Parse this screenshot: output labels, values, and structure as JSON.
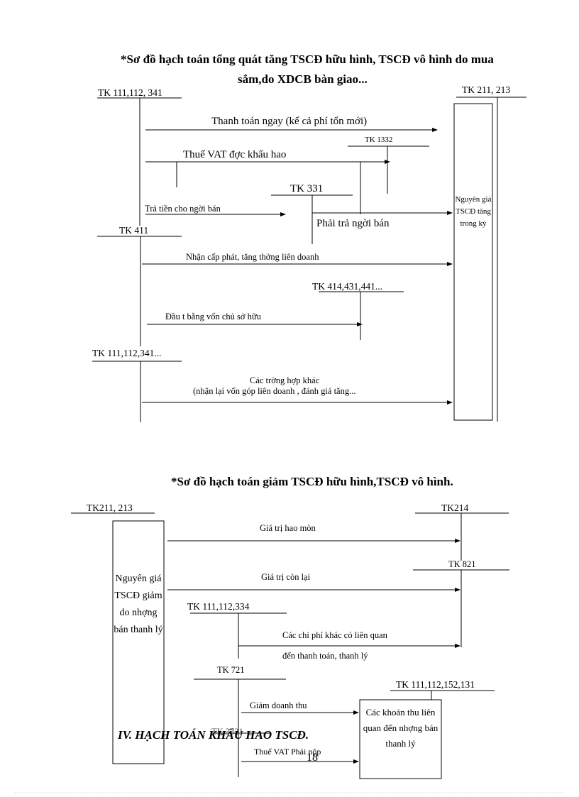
{
  "diagram1": {
    "title_line1": "*Sơ đồ hạch toán tổng quát tăng TSCĐ hữu hình, TSCĐ vô hình do mua",
    "title_line2": "sắm,do XDCB bàn giao...",
    "acct_tk111": "TK 111,112, 341",
    "acct_tk211": "TK 211, 213",
    "acct_tk1332": "TK 1332",
    "acct_tk331": "TK 331",
    "acct_tk411": "TK 411",
    "acct_tk414": "TK 414,431,441...",
    "acct_tk111b": "TK 111,112,341...",
    "lbl_thanh_toan": "Thanh toán ngay (kể cả phí tổn mới)",
    "lbl_thue_vat": "Thuế VAT đợc   khấu hao",
    "lbl_tra_tien": "Trả tiền  cho ngời  bán",
    "lbl_phai_tra": "Phải trả ngời   bán",
    "lbl_nhan_cap": "Nhận cấp phát, tăng thởng   liên doanh",
    "lbl_dau_tu": "Đầu t   bằng vốn chủ sở hữu",
    "lbl_cac_truong_1": "Các trờng   hợp khác",
    "lbl_cac_truong_2": "(nhận lại vốn góp liên doanh , đánh giá tăng...",
    "box_text": "Nguyên giá TSCĐ tăng trong kỳ"
  },
  "diagram2": {
    "title": "*Sơ đồ hạch toán giảm TSCĐ hữu hình,TSCĐ vô hình.",
    "acct_tk211": "TK211, 213",
    "acct_tk214": "TK214",
    "acct_tk821": "TK 821",
    "acct_tk111": "TK 111,112,334",
    "acct_tk721": "TK 721",
    "acct_tk111b": "TK 111,112,152,131",
    "acct_tk3331": "TK 3331",
    "lbl_hao_mon": "Giá trị hao mòn",
    "lbl_con_lai": "Giá trị còn lại",
    "lbl_chi_phi_1": "Các chi phí khác có liên quan",
    "lbl_chi_phi_2": "đến thanh toán, thanh lý",
    "lbl_giam_dt": "Giảm doanh thu",
    "lbl_thue_vat": "Thuế VAT Phải nộp",
    "box_left": "Nguyên giá TSCĐ giảm do nhợng bán thanh lý",
    "box_right": "Các khoản thu liên quan đến nhợng   bán thanh lý"
  },
  "section_heading": "IV. HẠCH TOÁN KHẤU HAO TSCĐ.",
  "page_number": "18"
}
